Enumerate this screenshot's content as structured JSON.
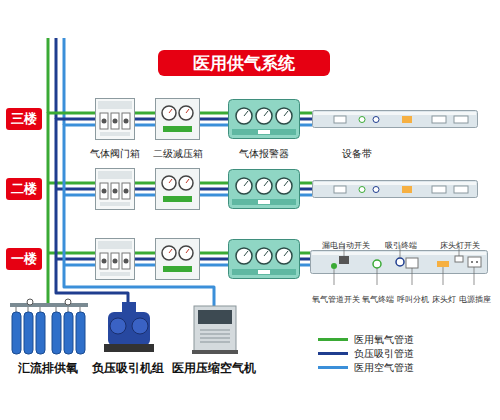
{
  "diagram": {
    "title": "医用供气系统",
    "nodes": [
      {
        "text": [
          "三楼"
        ]
      },
      {
        "text": [
          "气体阀门箱"
        ]
      },
      {
        "text": [
          "二级减压箱"
        ]
      },
      {
        "text": [
          "气体报警器"
        ]
      },
      {
        "text": [
          "设备带"
        ]
      },
      {
        "text": [
          "二楼"
        ]
      },
      {
        "text": [
          "一楼"
        ]
      },
      {
        "text": [
          "汇流排供氧"
        ]
      },
      {
        "text": [
          "负压吸引机组"
        ]
      },
      {
        "text": [
          "医用压缩空气机"
        ]
      }
    ],
    "edges": [
      {
        "from": 7,
        "to": 1,
        "arrow": "none"
      },
      {
        "from": 8,
        "to": 1,
        "arrow": "none"
      },
      {
        "from": 9,
        "to": 1,
        "arrow": "none"
      },
      {
        "from": 1,
        "to": 2,
        "arrow": "none"
      },
      {
        "from": 1,
        "to": 2,
        "arrow": "none"
      },
      {
        "from": 1,
        "to": 2,
        "arrow": "none"
      },
      {
        "from": 2,
        "to": 3,
        "arrow": "none"
      },
      {
        "from": 2,
        "to": 3,
        "arrow": "none"
      },
      {
        "from": 2,
        "to": 3,
        "arrow": "none"
      },
      {
        "from": 3,
        "to": 4,
        "arrow": "none"
      },
      {
        "from": 3,
        "to": 4,
        "arrow": "none"
      },
      {
        "from": 3,
        "to": 4,
        "arrow": "none"
      }
    ],
    "labels": [
      "漏电自动开关",
      "吸引终端",
      "床头灯开关",
      "氧气管道开关",
      "氧气终端",
      "呼叫分机",
      "床头灯",
      "电源插座"
    ],
    "legend": [
      {
        "text": "医用氧气管道",
        "color": "#3aaa35"
      },
      {
        "text": "负压吸引管道",
        "color": "#1f3d8f"
      },
      {
        "text": "医用空气管道",
        "color": "#3b8fd9"
      }
    ]
  }
}
